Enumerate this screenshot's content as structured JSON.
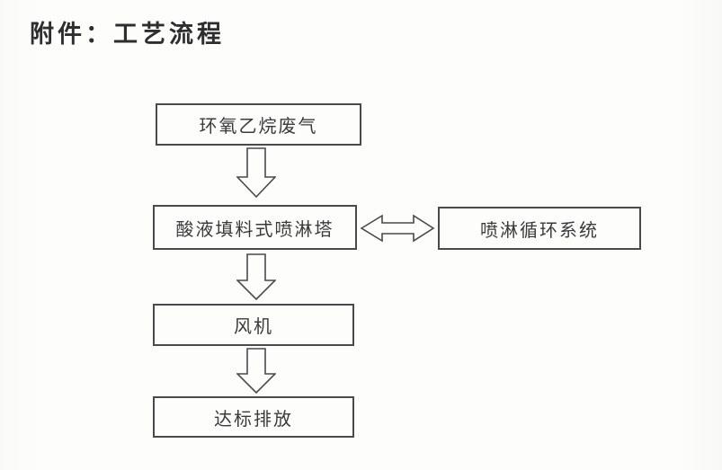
{
  "page": {
    "title": "附件：工艺流程"
  },
  "flowchart": {
    "nodes": [
      {
        "id": "waste-gas",
        "label": "环氧乙烷废气"
      },
      {
        "id": "spray-tower",
        "label": "酸液填料式喷淋塔"
      },
      {
        "id": "circulation",
        "label": "喷淋循环系统"
      },
      {
        "id": "fan",
        "label": "风机"
      },
      {
        "id": "discharge",
        "label": "达标排放"
      }
    ],
    "edges": [
      {
        "from": "waste-gas",
        "to": "spray-tower",
        "direction": "down",
        "style": "hollow-block-arrow"
      },
      {
        "from": "spray-tower",
        "to": "circulation",
        "direction": "bidirectional",
        "style": "hollow-block-arrow"
      },
      {
        "from": "spray-tower",
        "to": "fan",
        "direction": "down",
        "style": "hollow-block-arrow"
      },
      {
        "from": "fan",
        "to": "discharge",
        "direction": "down",
        "style": "hollow-block-arrow"
      }
    ]
  },
  "colors": {
    "paper": "#fdfdfc",
    "line": "#4a4a4a",
    "text": "#3a3a3a"
  }
}
